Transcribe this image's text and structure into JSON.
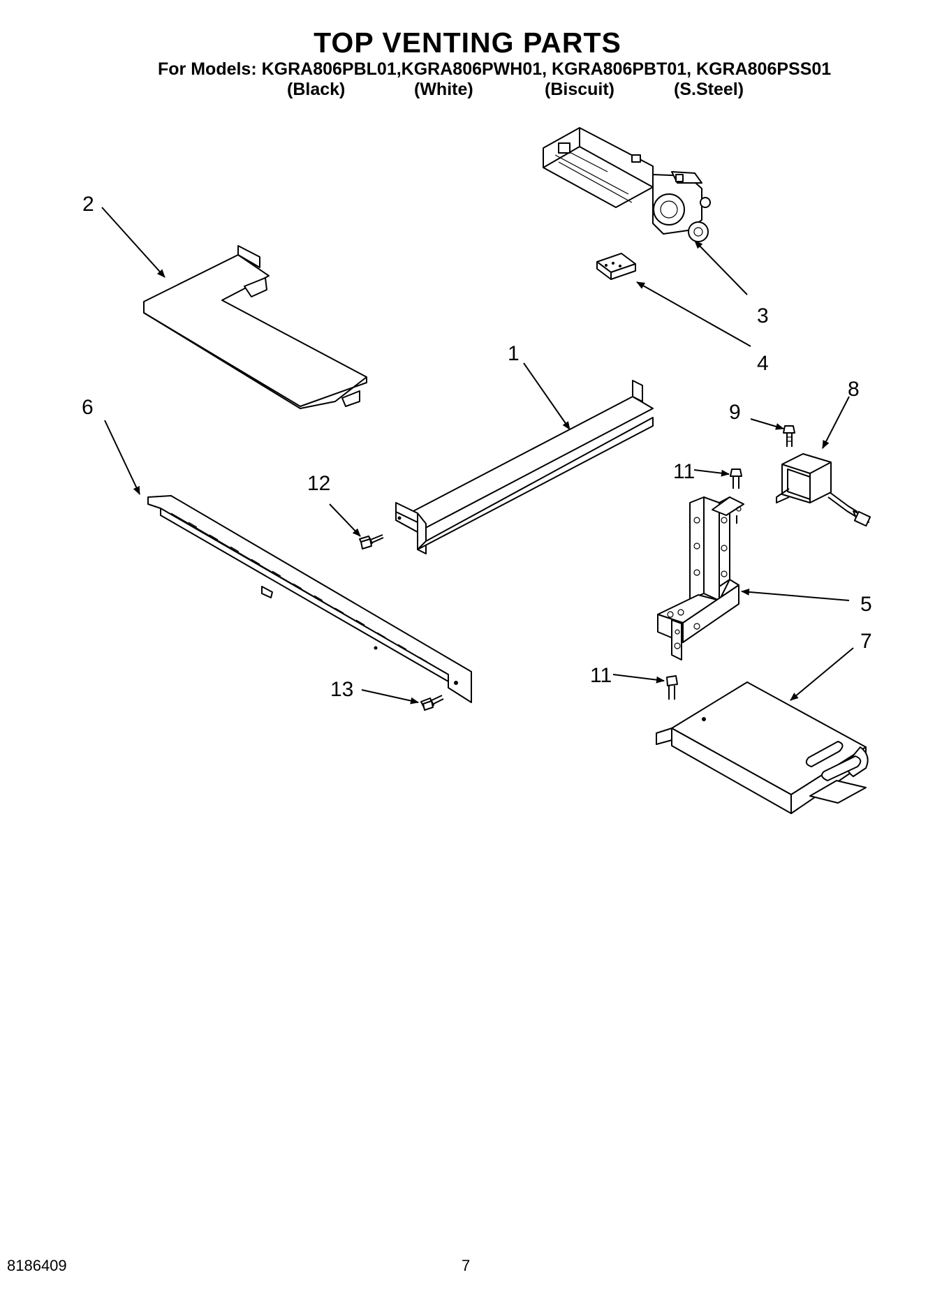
{
  "title": "TOP VENTING PARTS",
  "models_line": "For Models: KGRA806PBL01,KGRA806PWH01, KGRA806PBT01, KGRA806PSS01",
  "colors": [
    "(Black)",
    "(White)",
    "(Biscuit)",
    "(S.Steel)"
  ],
  "callouts": {
    "c1": "1",
    "c2": "2",
    "c3": "3",
    "c4": "4",
    "c5": "5",
    "c6": "6",
    "c7": "7",
    "c8": "8",
    "c9": "9",
    "c11a": "11",
    "c11b": "11",
    "c12": "12",
    "c13": "13"
  },
  "footer": {
    "doc_number": "8186409",
    "page_number": "7"
  }
}
